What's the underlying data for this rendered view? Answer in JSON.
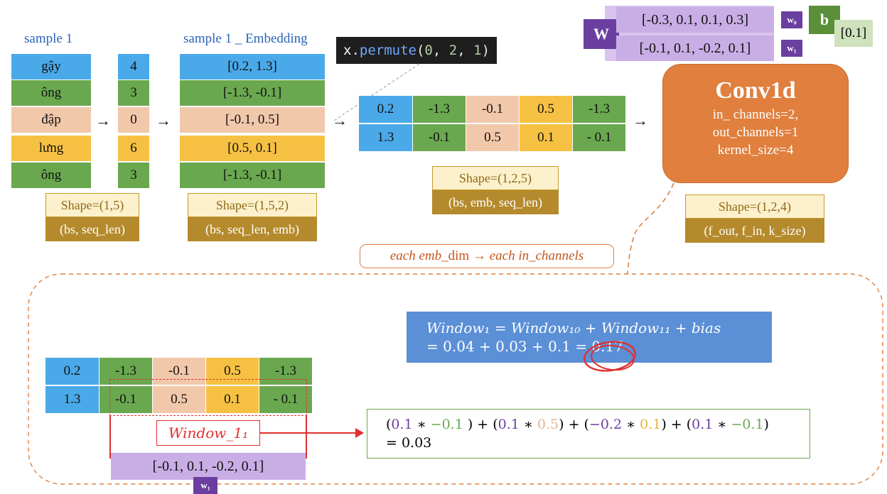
{
  "sample": {
    "title": "sample 1",
    "words": [
      "gậy",
      "ông",
      "đập",
      "lưng",
      "ông"
    ],
    "ids": [
      "4",
      "3",
      "0",
      "6",
      "3"
    ],
    "shape": "Shape=(1,5)",
    "dims": "(bs, seq_len)"
  },
  "embedding": {
    "title": "sample 1 _ Embedding",
    "rows": [
      "[0.2, 1.3]",
      "[-1.3, -0.1]",
      "[-0.1, 0.5]",
      "[0.5, 0.1]",
      "[-1.3, -0.1]"
    ],
    "shape": "Shape=(1,5,2)",
    "dims": "(bs, seq_len, emb)"
  },
  "arrows": {
    "glyph": "→"
  },
  "permute": {
    "obj": "x",
    "dot": ".",
    "method": "permute",
    "open": "(",
    "args": [
      "0",
      "2",
      "1"
    ],
    "sep": ", ",
    "close": ")"
  },
  "permuted": {
    "row1": [
      "0.2",
      "-1.3",
      "-0.1",
      "0.5",
      "-1.3"
    ],
    "row2": [
      "1.3",
      "-0.1",
      "0.5",
      "0.1",
      "- 0.1"
    ],
    "shape": "Shape=(1,2,5)",
    "dims": "(bs, emb, seq_len)"
  },
  "conv": {
    "title": "Conv1d",
    "params": [
      "in_ channels=2,",
      "out_channels=1",
      "kernel_size=4"
    ],
    "shape": "Shape=(1,2,4)",
    "dims": "(f_out, f_in, k_size)"
  },
  "weights": {
    "label": "W",
    "w0": "[-0.3, 0.1, 0.1, 0.3]",
    "w1": "[-0.1, 0.1, -0.2, 0.1]",
    "w0_tag": "w₀",
    "w1_tag": "w₁",
    "bias_label": "b",
    "bias_value": "[0.1]"
  },
  "mapping_note": {
    "each1": "each emb_",
    "dim": "dim",
    "arrow": "→",
    "each2": "each in_channels"
  },
  "window_sum": {
    "line1": "Window₁ = Window₁₀ + Window₁₁ + bias",
    "line2": "= 0.04 + 0.03 + 0.1 = 0.17"
  },
  "lower": {
    "row1": [
      "0.2",
      "-1.3",
      "-0.1",
      "0.5",
      "-1.3"
    ],
    "row2": [
      "1.3",
      "-0.1",
      "0.5",
      "0.1",
      "- 0.1"
    ],
    "window_label": "Window_1₁",
    "kernel": "[-0.1, 0.1, -0.2, 0.1]",
    "kernel_tag": "w₁"
  },
  "calc": {
    "terms": [
      {
        "a": "0.1",
        "b": "−0.1",
        "bcolor": "#6aa84f"
      },
      {
        "a": "0.1",
        "b": "0.5",
        "bcolor": "#e8b48f"
      },
      {
        "a": "−0.2",
        "b": "0.1",
        "bcolor": "#e6b43a"
      },
      {
        "a": "0.1",
        "b": "−0.1",
        "bcolor": "#6aa84f"
      }
    ],
    "times": "∗",
    "plus": "+",
    "result": "= 0.03"
  },
  "colors": {
    "blue": "#4aa9e9",
    "green": "#6aa84f",
    "peach": "#f2c8ab",
    "yellow": "#f6c143",
    "orange": "#e07f3e",
    "purple": "#6b3fa0",
    "lavender": "#c9aee6",
    "red": "#e03030"
  }
}
